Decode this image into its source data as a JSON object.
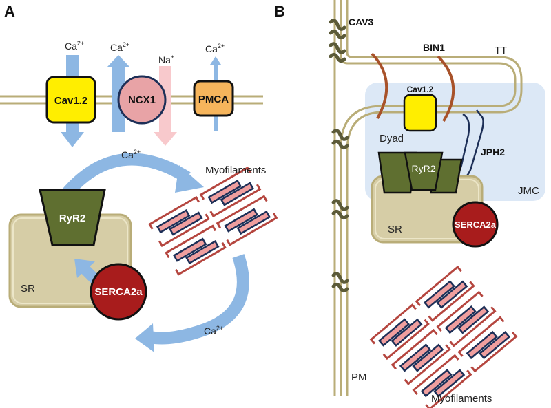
{
  "panel_a": {
    "letter": "A",
    "ions": {
      "cav_ion": "Ca",
      "cav_charge": "2+",
      "ncx_ca_ion": "Ca",
      "ncx_ca_charge": "2+",
      "ncx_na_ion": "Na",
      "ncx_na_charge": "+",
      "pmca_ion": "Ca",
      "pmca_charge": "2+",
      "cycle_top_ion": "Ca",
      "cycle_top_charge": "2+",
      "cycle_right_ion": "Ca",
      "cycle_right_charge": "2+"
    },
    "proteins": {
      "cav": "Cav1.2",
      "ncx": "NCX1",
      "pmca": "PMCA",
      "ryr": "RyR2",
      "serca": "SERCA2a"
    },
    "labels": {
      "sr": "SR",
      "myofilaments": "Myofilaments"
    }
  },
  "panel_b": {
    "letter": "B",
    "labels": {
      "cav3": "CAV3",
      "bin1": "BIN1",
      "tt": "TT",
      "cav": "Cav1.2",
      "dyad": "Dyad",
      "jph2": "JPH2",
      "ryr": "RyR2",
      "jmc": "JMC",
      "sr": "SR",
      "serca": "SERCA2a",
      "pm": "PM",
      "myofilaments": "Myofilaments"
    }
  },
  "colors": {
    "membrane": "#b9ad78",
    "cav_yellow": "#ffee00",
    "ncx_pink": "#e8a3a6",
    "pmca_orange": "#f6b55c",
    "ryr_green": "#5f6f30",
    "serca_red": "#a81c1c",
    "sr_tan": "#d6cda6",
    "ca_arrow_blue": "#8db7e3",
    "na_arrow_pink": "#f8c9cc",
    "myofil_red": "#b5463f",
    "myofil_navy": "#1d2f57",
    "myofil_fill": "#ef9e9e",
    "jmc_blue": "#dce8f6",
    "bin1_brown": "#a8522a",
    "cav3_olive": "#5b5a38"
  }
}
